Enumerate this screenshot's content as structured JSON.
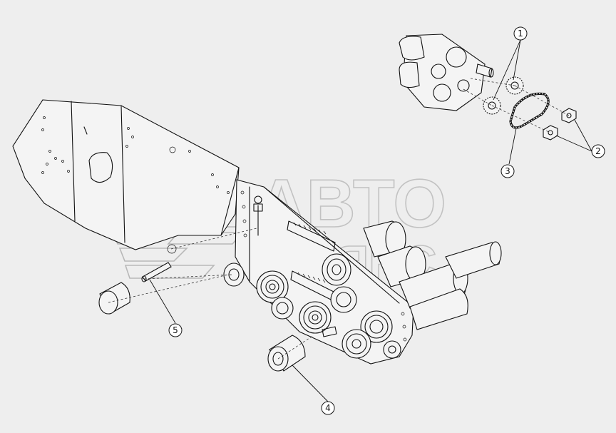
{
  "watermark": {
    "line1": "АВТО",
    "line2": "АЛЬЯНС"
  },
  "callouts": [
    {
      "id": "1",
      "label": "1"
    },
    {
      "id": "2",
      "label": "2"
    },
    {
      "id": "3",
      "label": "3"
    },
    {
      "id": "4",
      "label": "4"
    },
    {
      "id": "5",
      "label": "5"
    }
  ]
}
